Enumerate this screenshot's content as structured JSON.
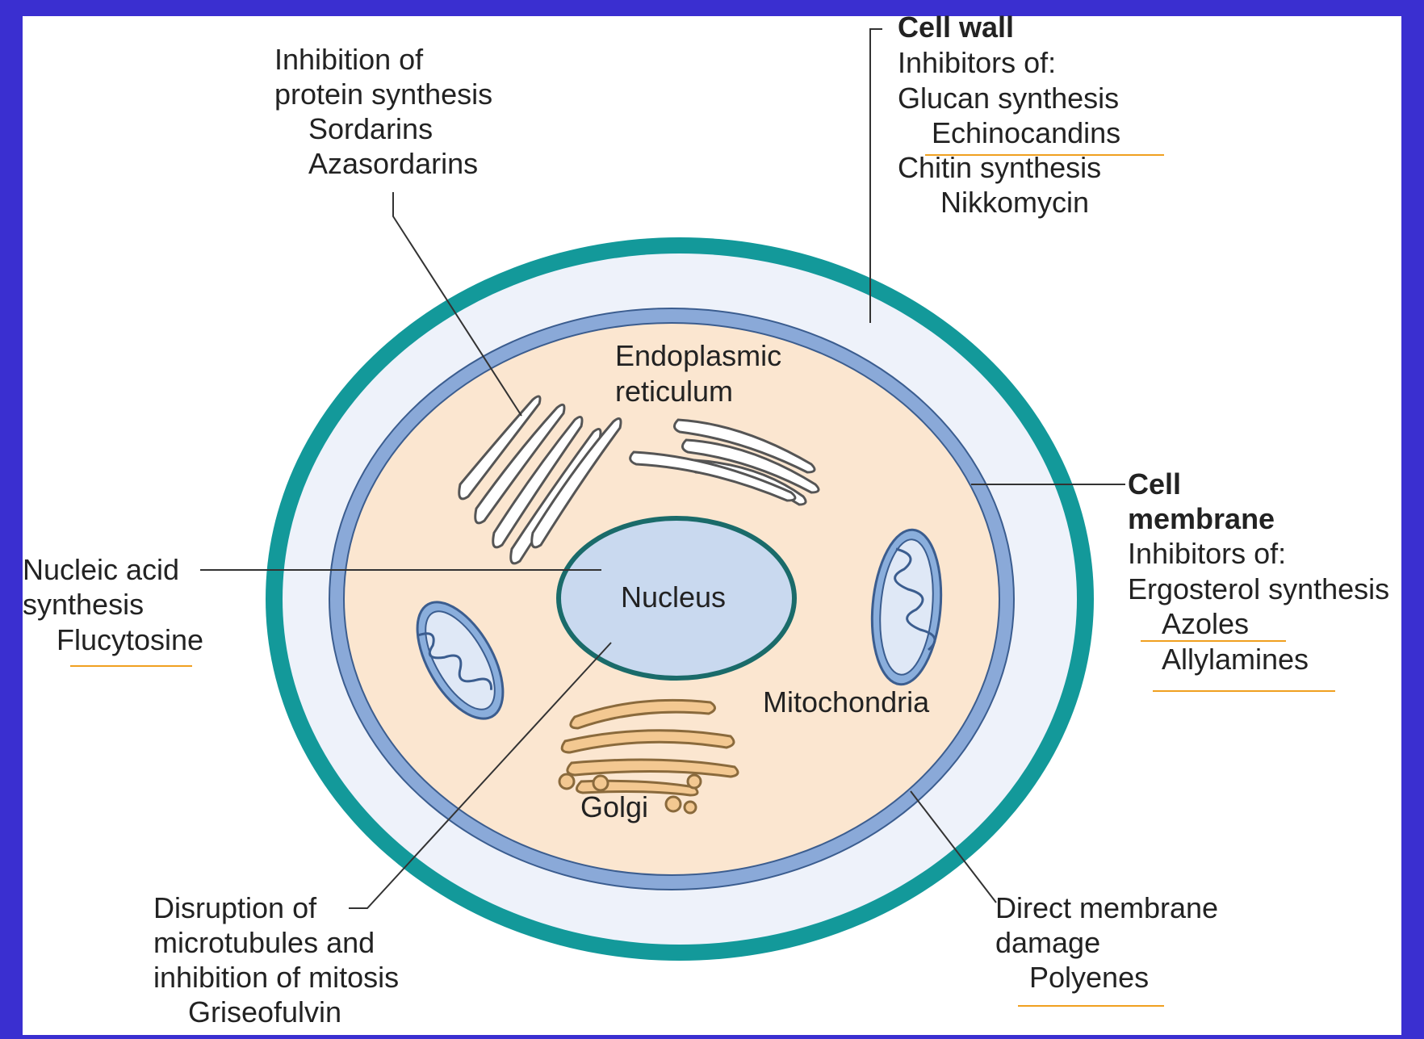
{
  "colors": {
    "frame": "#3a2fd0",
    "panel": "#ffffff",
    "cell_wall": "#13999a",
    "periplasm": "#eef2fa",
    "membrane": "#8aa9d8",
    "cytoplasm": "#fbe6d0",
    "nucleus": "#c9d9ef",
    "nucleus_border": "#1a6b6a",
    "mitochondria": "#8aaedc",
    "golgi": "#f3c891",
    "underline": "#f0a020",
    "leader": "#333333"
  },
  "labels": {
    "protein": {
      "heading1": "Inhibition of",
      "heading2": "protein synthesis",
      "drug1": "Sordarins",
      "drug2": "Azasordarins"
    },
    "cell_wall": {
      "title": "Cell wall",
      "sub": "Inhibitors of:",
      "line1": "Glucan synthesis",
      "drug1": "Echinocandins",
      "line2": "Chitin synthesis",
      "drug2": "Nikkomycin"
    },
    "membrane": {
      "title1": "Cell",
      "title2": "membrane",
      "sub": "Inhibitors of:",
      "line1": "Ergosterol synthesis",
      "drug1": "Azoles",
      "drug2": "Allylamines"
    },
    "nucleic": {
      "line1": "Nucleic acid",
      "line2": "synthesis",
      "drug": "Flucytosine"
    },
    "mitosis": {
      "line1": "Disruption of",
      "line2": "microtubules and",
      "line3": "inhibition of mitosis",
      "drug": "Griseofulvin"
    },
    "polyene": {
      "line1": "Direct membrane",
      "line2": "damage",
      "drug": "Polyenes"
    },
    "organelles": {
      "er1": "Endoplasmic",
      "er2": "reticulum",
      "nucleus": "Nucleus",
      "mitochondria": "Mitochondria",
      "golgi": "Golgi"
    }
  }
}
